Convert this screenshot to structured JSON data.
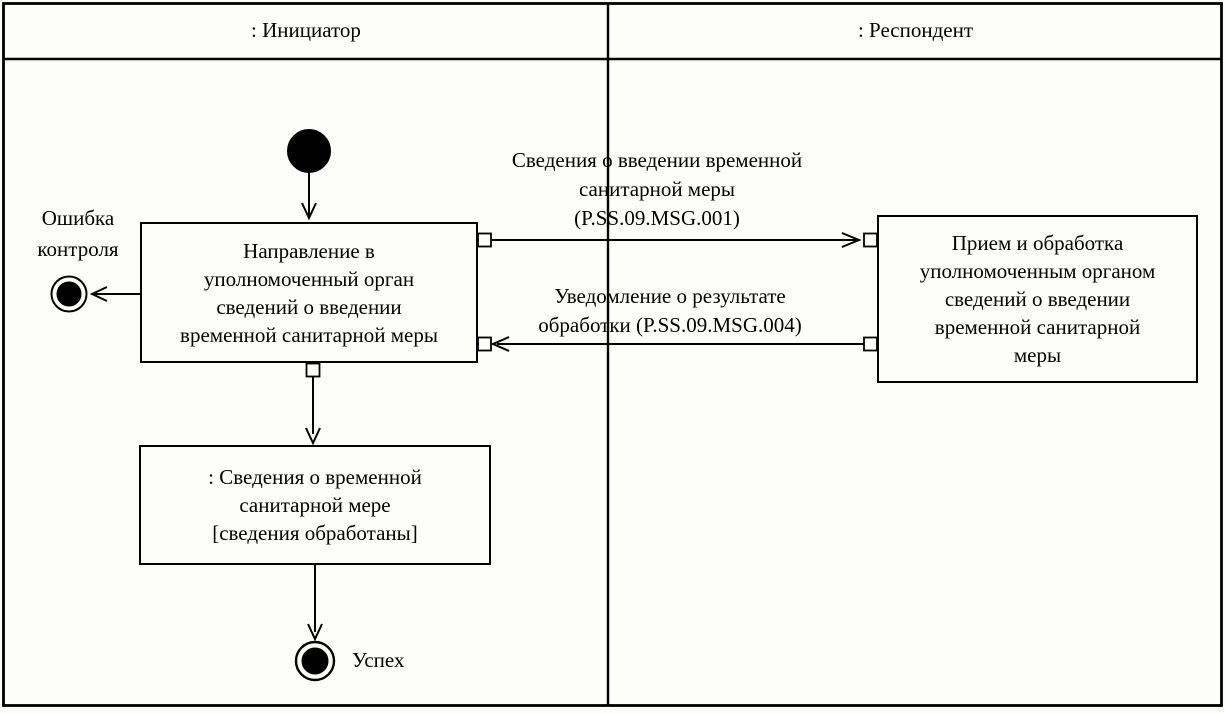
{
  "colors": {
    "stroke": "#000000",
    "background": "#fdfdfa",
    "text": "#000000"
  },
  "lanes": [
    {
      "label": ": Инициатор"
    },
    {
      "label": ": Респондент"
    }
  ],
  "nodes": {
    "activity_initiator": {
      "lines": [
        "Направление в",
        "уполномоченный орган",
        "сведений о введении",
        "временной санитарной меры"
      ]
    },
    "activity_respondent": {
      "lines": [
        "Прием и обработка",
        "уполномоченным органом",
        "сведений о введении",
        "временной санитарной",
        "меры"
      ]
    },
    "object_state": {
      "lines": [
        ": Сведения о временной",
        "санитарной мере",
        "[сведения обработаны]"
      ]
    },
    "final_error": {
      "lines": [
        "Ошибка",
        "контроля"
      ]
    },
    "final_success": {
      "label": "Успех"
    }
  },
  "messages": [
    {
      "direction": "initiator-to-respondent",
      "lines": [
        "Сведения о введении временной",
        "санитарной меры",
        "(P.SS.09.MSG.001)"
      ]
    },
    {
      "direction": "respondent-to-initiator",
      "lines": [
        "Уведомление о результате",
        "обработки (P.SS.09.MSG.004)"
      ]
    }
  ]
}
